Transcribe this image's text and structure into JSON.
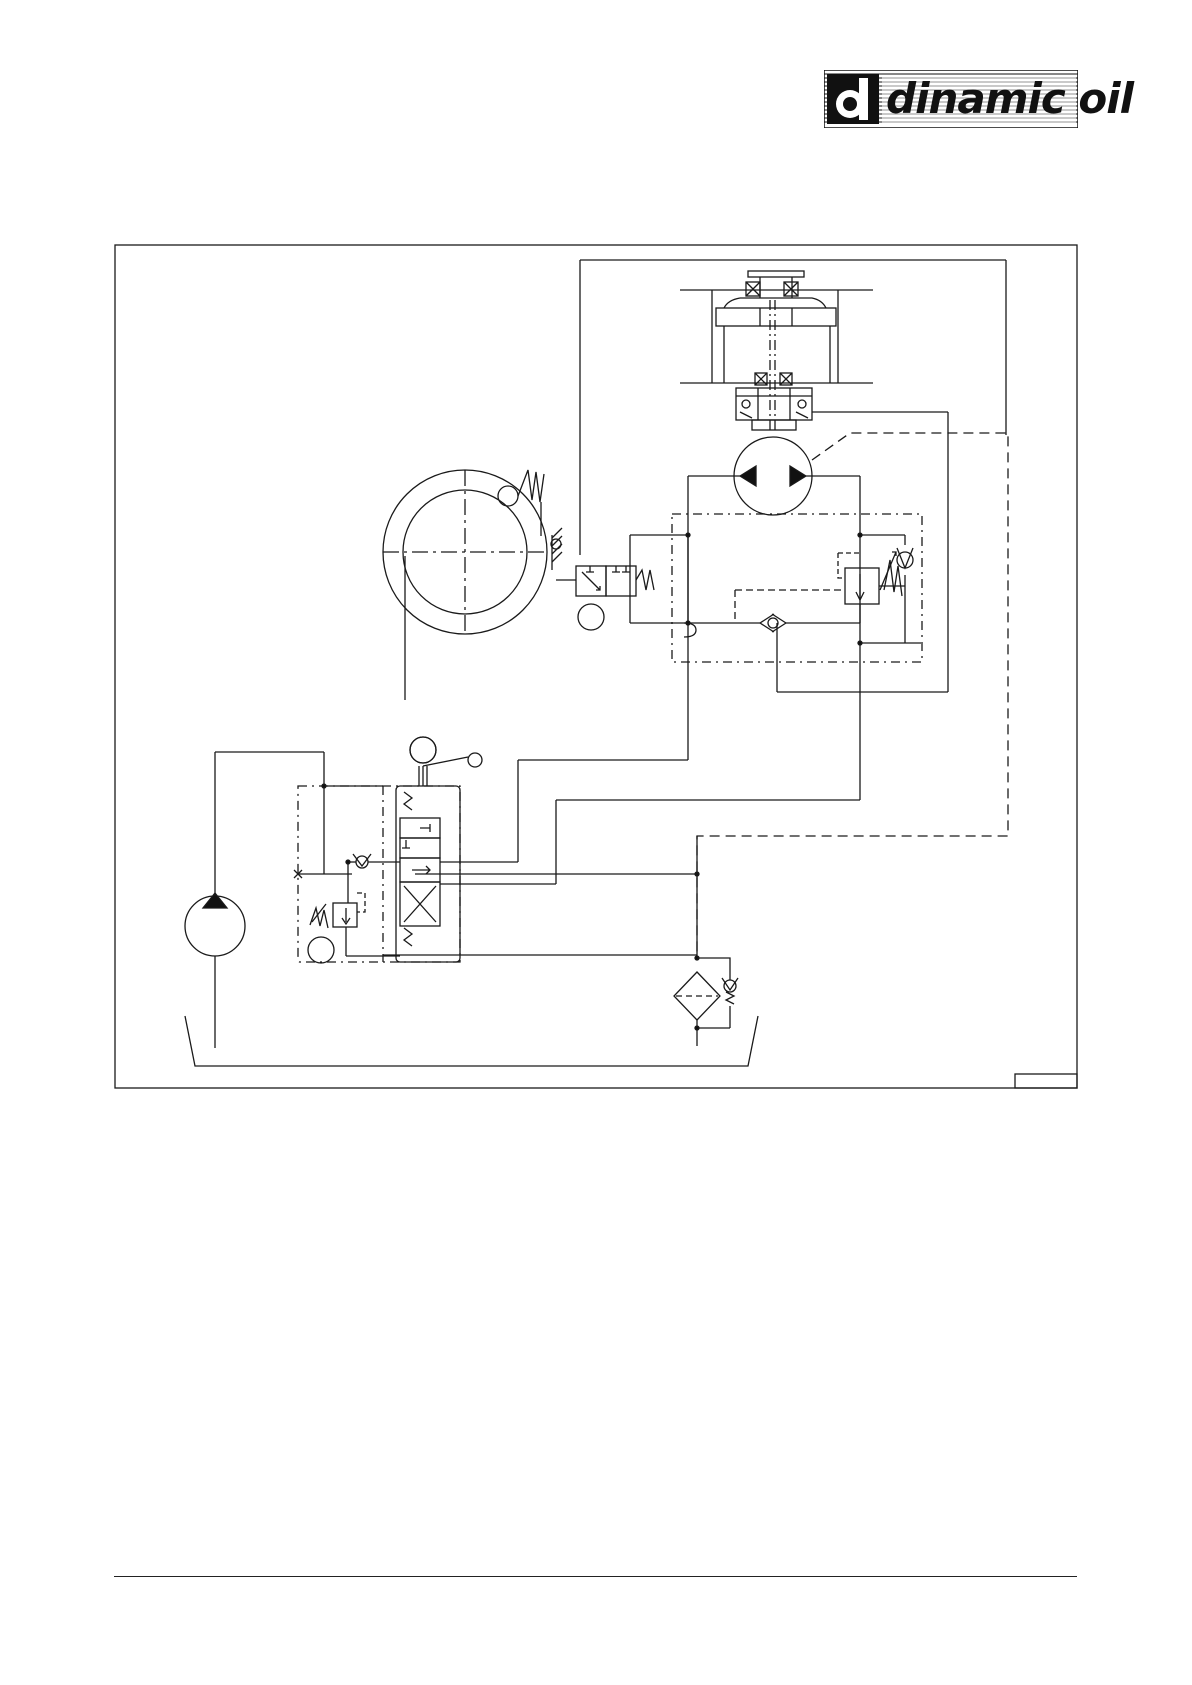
{
  "header": {
    "logo": {
      "mark": "d",
      "wordmark": "dinamic oil"
    }
  },
  "diagram": {
    "type": "hydraulic schematic",
    "components": [
      "brake-drum",
      "brake-release-valve",
      "hydraulic-motor",
      "planetary-gearbox",
      "motor-valve-block",
      "shuttle-valve",
      "counterbalance-valve",
      "directional-control-valve",
      "relief-valve",
      "hydraulic-pump",
      "return-filter",
      "oil-tank"
    ],
    "callouts": [
      "",
      "",
      ""
    ]
  },
  "colors": {
    "line": "#1a1a1a",
    "background": "#ffffff"
  }
}
